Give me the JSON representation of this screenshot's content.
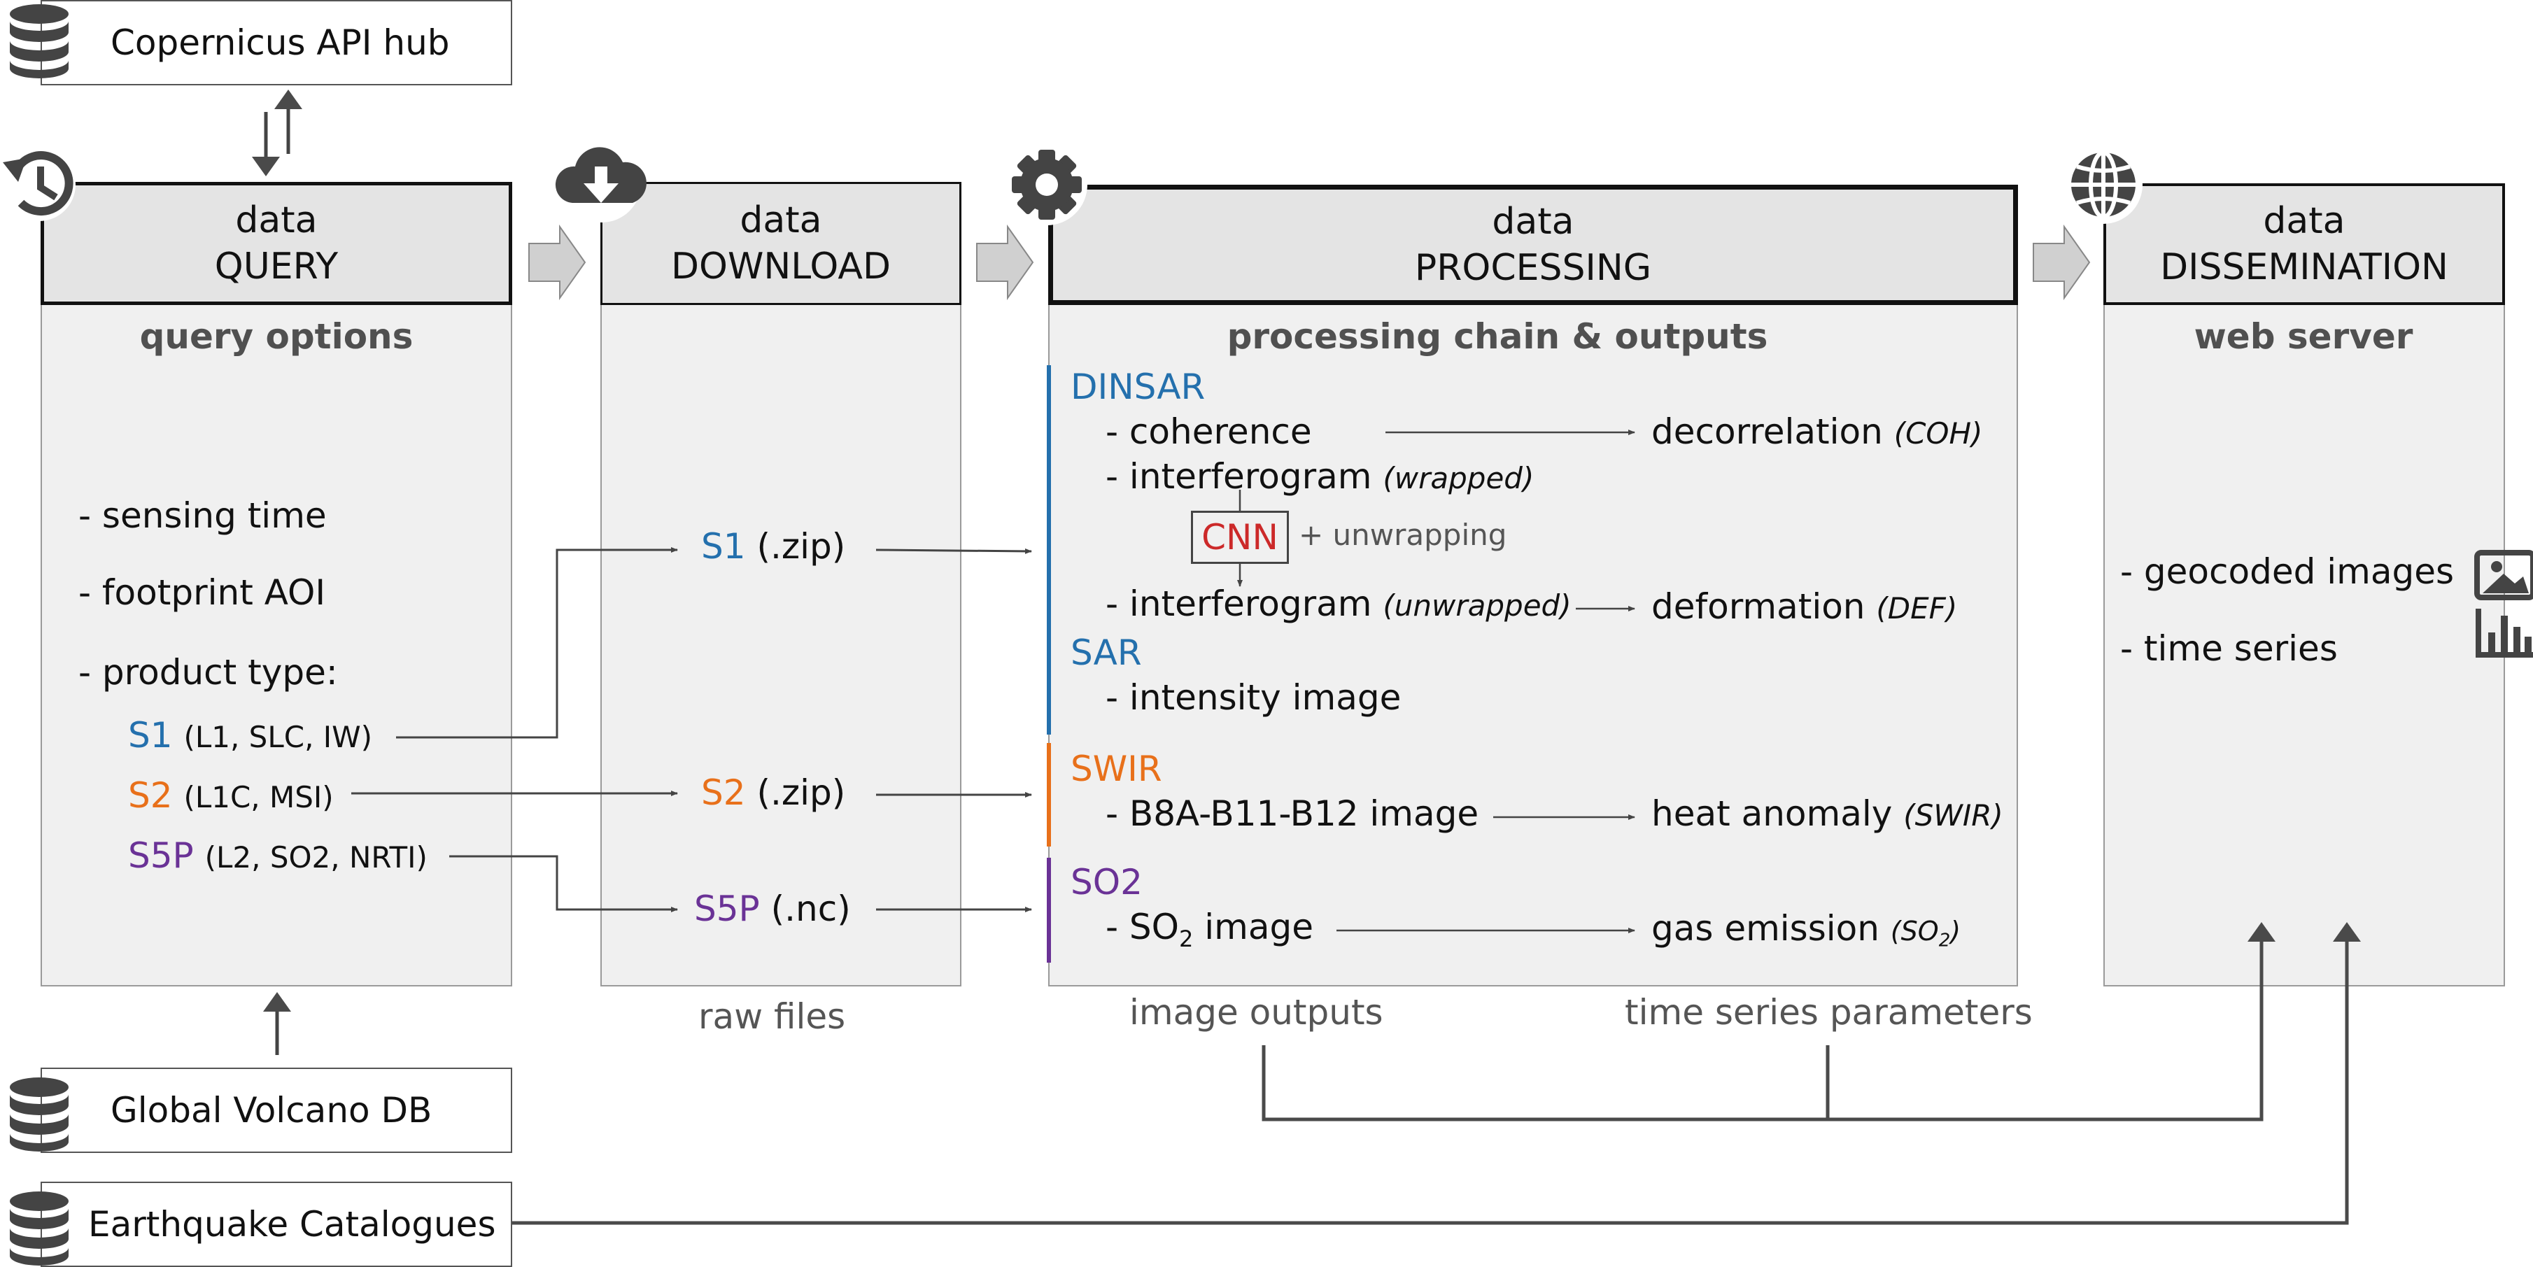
{
  "colors": {
    "dinsar": "#2470ad",
    "swir": "#e8701a",
    "so2": "#6a3296",
    "cnn": "#cc2929",
    "arrow": "#4a4a4a"
  },
  "icons": {
    "copernicus": "database-icon",
    "query": "history-icon",
    "download": "cloud-download-icon",
    "processing": "gear-icon",
    "dissemination": "globe-icon",
    "volcano_db": "database-icon",
    "earthquake": "database-icon",
    "image_output": "image-icon",
    "time_series": "bar-chart-icon"
  },
  "external": {
    "copernicus": "Copernicus API hub",
    "volcano": "Global Volcano DB",
    "earthquake": "Earthquake Catalogues"
  },
  "query": {
    "title_line1": "data",
    "title_line2": "QUERY",
    "subtitle": "query options",
    "options": [
      "- sensing time",
      "- footprint AOI",
      "- product type:"
    ],
    "products": [
      {
        "name": "S1",
        "detail": "(L1, SLC, IW)"
      },
      {
        "name": "S2",
        "detail": "(L1C, MSI)"
      },
      {
        "name": "S5P",
        "detail": "(L2, SO2, NRTI)"
      }
    ]
  },
  "download": {
    "title_line1": "data",
    "title_line2": "DOWNLOAD",
    "files": [
      {
        "name": "S1",
        "ext": "(.zip)"
      },
      {
        "name": "S2",
        "ext": "(.zip)"
      },
      {
        "name": "S5P",
        "ext": "(.nc)"
      }
    ],
    "footer": "raw files"
  },
  "processing": {
    "title_line1": "data",
    "title_line2": "PROCESSING",
    "subtitle": "processing chain & outputs",
    "dinsar": {
      "label": "DINSAR",
      "coherence": "- coherence",
      "interf_wrapped": "- interferogram",
      "wrapped_note": "(wrapped)",
      "cnn": "CNN",
      "unwrapping": "+ unwrapping",
      "interf_unwrapped": "- interferogram",
      "unwrapped_note": "(unwrapped)",
      "out_coh": "decorrelation",
      "out_coh_note": "(COH)",
      "out_def": "deformation",
      "out_def_note": "(DEF)"
    },
    "sar": {
      "label": "SAR",
      "item": "- intensity image"
    },
    "swir": {
      "label": "SWIR",
      "item": "- B8A-B11-B12 image",
      "out": "heat anomaly",
      "out_note": "(SWIR)"
    },
    "so2": {
      "label": "SO2",
      "item_prefix": "- SO",
      "item_sub": "2",
      "item_suffix": " image",
      "out": "gas emission",
      "out_note_prefix": "(SO",
      "out_note_sub": "2",
      "out_note_suffix": ")"
    },
    "footer_left": "image outputs",
    "footer_right": "time series parameters"
  },
  "dissemination": {
    "title_line1": "data",
    "title_line2": "DISSEMINATION",
    "subtitle": "web server",
    "items": [
      "- geocoded images",
      "- time series"
    ]
  }
}
